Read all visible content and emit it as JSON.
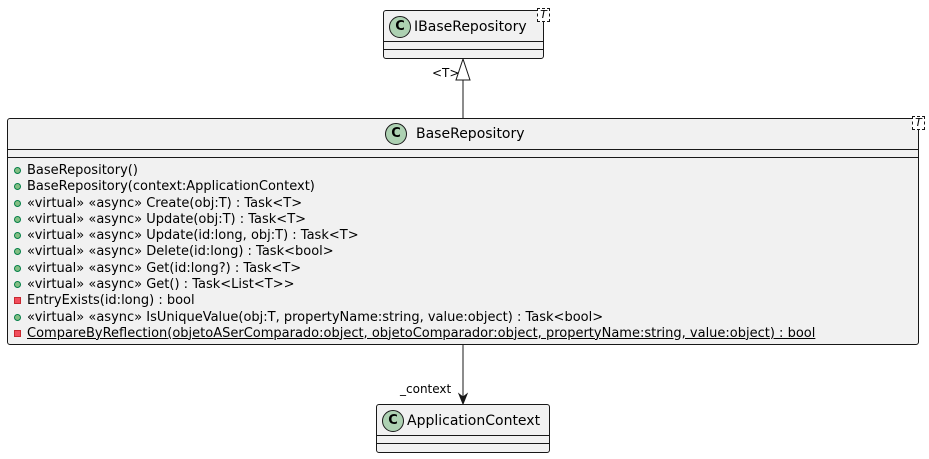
{
  "diagram": {
    "classes": {
      "ibase": {
        "name": "IBaseRepository",
        "stereo_letter": "C",
        "type_param": "T",
        "members": []
      },
      "base": {
        "name": "BaseRepository",
        "stereo_letter": "C",
        "type_param": "T",
        "members": [
          {
            "visibility": "public",
            "text": "BaseRepository()",
            "static": false
          },
          {
            "visibility": "public",
            "text": "BaseRepository(context:ApplicationContext)",
            "static": false
          },
          {
            "visibility": "public",
            "text": "«virtual» «async» Create(obj:T) : Task<T>",
            "static": false
          },
          {
            "visibility": "public",
            "text": "«virtual» «async» Update(obj:T) : Task<T>",
            "static": false
          },
          {
            "visibility": "public",
            "text": "«virtual» «async» Update(id:long, obj:T) : Task<T>",
            "static": false
          },
          {
            "visibility": "public",
            "text": "«virtual» «async» Delete(id:long) : Task<bool>",
            "static": false
          },
          {
            "visibility": "public",
            "text": "«virtual» «async» Get(id:long?) : Task<T>",
            "static": false
          },
          {
            "visibility": "public",
            "text": "«virtual» «async» Get() : Task<List<T>>",
            "static": false
          },
          {
            "visibility": "private",
            "text": "EntryExists(id:long) : bool",
            "static": false
          },
          {
            "visibility": "public",
            "text": "«virtual» «async» IsUniqueValue(obj:T, propertyName:string, value:object) : Task<bool>",
            "static": false
          },
          {
            "visibility": "private",
            "text": "CompareByReflection(objetoASerComparado:object, objetoComparador:object, propertyName:string, value:object) : bool",
            "static": true
          }
        ]
      },
      "context": {
        "name": "ApplicationContext",
        "stereo_letter": "C",
        "type_param": "",
        "members": []
      }
    },
    "edges": {
      "inheritance_label": "<T>",
      "association_label": "_context"
    },
    "colors": {
      "class_fill": "#f1f1f1",
      "class_border": "#181818",
      "circle_fill": "#add1b2",
      "public_fill": "#84be84",
      "private_fill": "#f24d5c"
    }
  }
}
